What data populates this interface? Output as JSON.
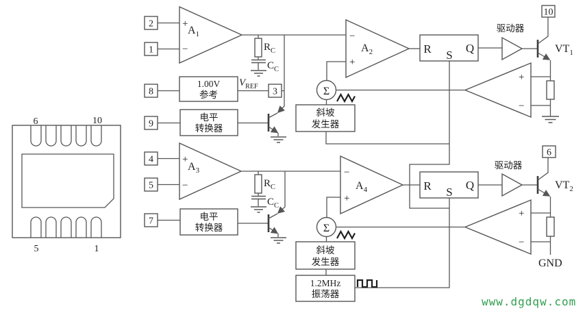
{
  "colors": {
    "line": "#565656",
    "text": "#1f1f1f",
    "watermark": "#2f9e4e",
    "background": "#ffffff"
  },
  "watermark": "www.dgdqw.com",
  "package": {
    "top_left_pin": "6",
    "top_right_pin": "10",
    "bottom_left_pin": "5",
    "bottom_right_pin": "1"
  },
  "pins": {
    "pin1": "1",
    "pin2": "2",
    "pin3": "3",
    "pin4": "4",
    "pin5": "5",
    "pin6": "6",
    "pin7": "7",
    "pin8": "8",
    "pin9": "9",
    "pin10": "10"
  },
  "amplifiers": {
    "a1": {
      "base": "A",
      "sub": "1"
    },
    "a2": {
      "base": "A",
      "sub": "2"
    },
    "a3": {
      "base": "A",
      "sub": "3"
    },
    "a4": {
      "base": "A",
      "sub": "4"
    }
  },
  "transistors": {
    "vt1": {
      "base": "VT",
      "sub": "1"
    },
    "vt2": {
      "base": "VT",
      "sub": "2"
    }
  },
  "components": {
    "rc": {
      "base": "R",
      "sub": "C"
    },
    "cc": {
      "base": "C",
      "sub": "C"
    },
    "vref": {
      "base": "V",
      "sub": "REF"
    }
  },
  "blocks": {
    "reference": {
      "line1": "1.00V",
      "line2": "参考"
    },
    "level_shifter_1": {
      "line1": "电平",
      "line2": "转换器"
    },
    "level_shifter_2": {
      "line1": "电平",
      "line2": "转换器"
    },
    "ramp_generator_1": {
      "line1": "斜坡",
      "line2": "发生器"
    },
    "ramp_generator_2": {
      "line1": "斜坡",
      "line2": "发生器"
    },
    "oscillator": {
      "line1": "1.2MHz",
      "line2": "振荡器"
    },
    "driver_1": "驱动器",
    "driver_2": "驱动器"
  },
  "latch": {
    "r": "R",
    "s": "S",
    "q": "Q"
  },
  "signs": {
    "plus": "+",
    "minus": "−",
    "sigma": "Σ"
  },
  "labels": {
    "gnd": "GND"
  }
}
